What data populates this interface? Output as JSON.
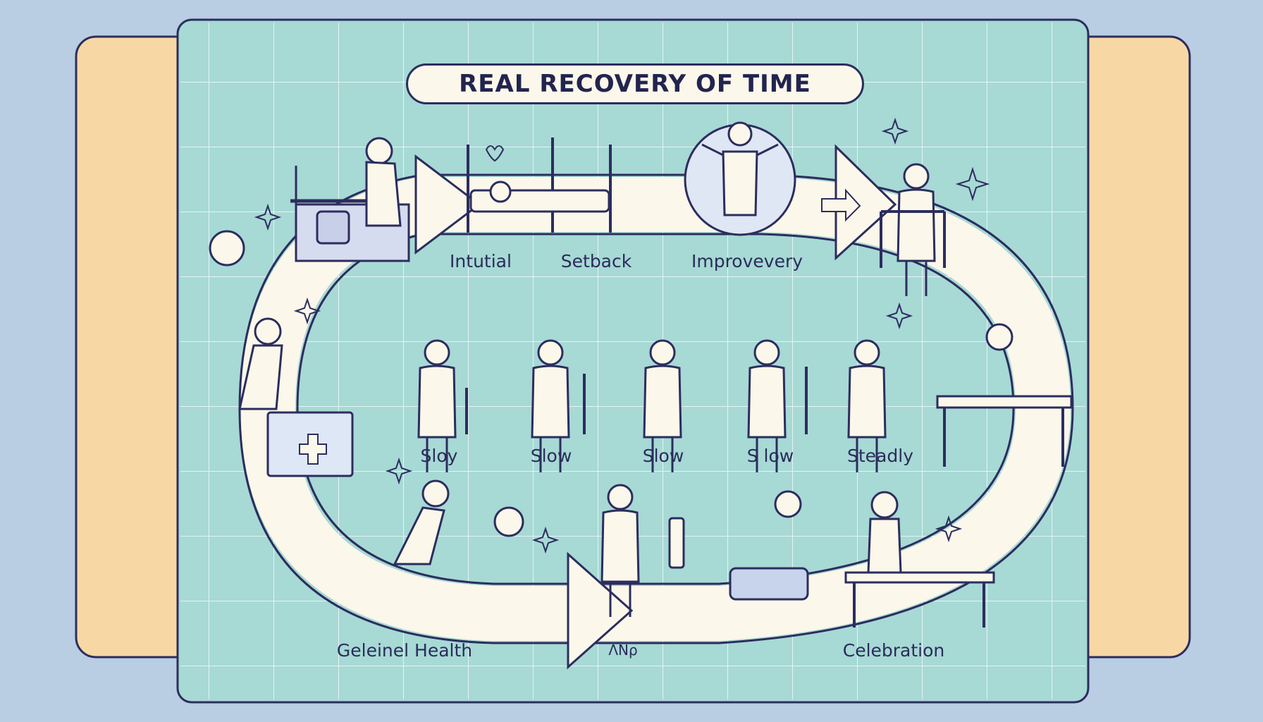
{
  "title": "REAL RECOVERY OF TIME",
  "top_labels": [
    "Intutial",
    "Setback",
    "Improvevery"
  ],
  "middle_labels": [
    "Sloy",
    "Slow",
    "Slow",
    "S low",
    "Steadly"
  ],
  "bottom_labels": [
    "Geleinel Health",
    "Celebration"
  ],
  "scribble_text": "ΛNρ",
  "colors": {
    "background": "#b9cde3",
    "side_panel": "#f7d8a4",
    "board": "#a7d9d5",
    "path": "#fbf7ea",
    "outline": "#2c2d5e"
  }
}
